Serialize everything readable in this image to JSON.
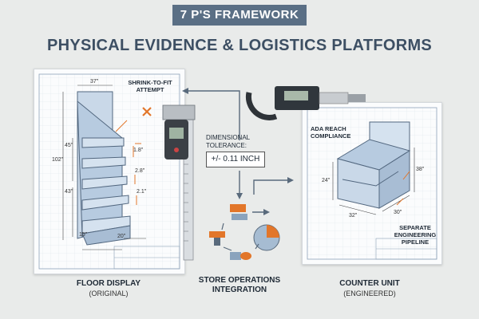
{
  "header": {
    "badge": "7 P'S FRAMEWORK",
    "title": "PHYSICAL EVIDENCE & LOGISTICS PLATFORMS"
  },
  "left": {
    "caption_main": "FLOOR DISPLAY",
    "caption_sub": "(ORIGINAL)",
    "note": "SHRINK-TO-FIT ATTEMPT",
    "dims": {
      "top": "37\"",
      "height": "102\"",
      "d1": "45\"",
      "d2": "43\"",
      "s1": "1.8\"",
      "s2": "2.8\"",
      "s3": "2.1\"",
      "b1": "15\"",
      "b2": "20\""
    }
  },
  "center": {
    "tolerance_label": "DIMENSIONAL TOLERANCE:",
    "tolerance_value": "+/- 0.11 INCH",
    "caption_main": "STORE OPERATIONS",
    "caption_sub": "INTEGRATION"
  },
  "right": {
    "caption_main": "COUNTER UNIT",
    "caption_sub": "(ENGINEERED)",
    "note_ada": "ADA REACH COMPLIANCE",
    "note_pipeline": "SEPARATE ENGINEERING PIPELINE",
    "dims": {
      "h1": "38\"",
      "h2": "24\"",
      "w1": "32\"",
      "w2": "30\""
    }
  },
  "colors": {
    "badge": "#5a6f85",
    "title": "#3d4f63",
    "accent": "#e2762a",
    "blueprint": "#7f99b8"
  }
}
